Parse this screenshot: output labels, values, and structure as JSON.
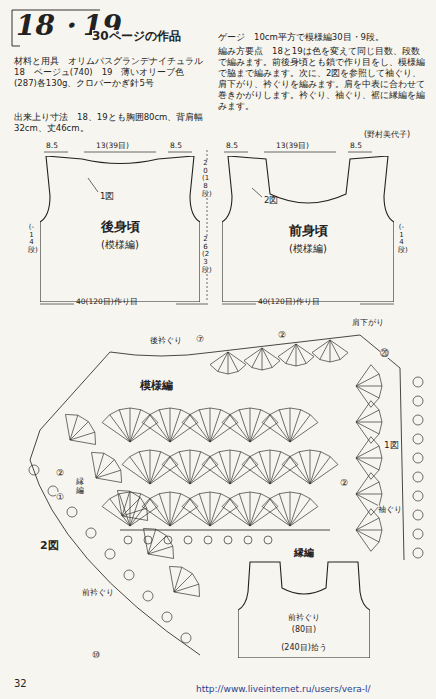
{
  "diagram": {
    "title": "18・19",
    "nodes": [
      {
        "text": [
          "後身頃",
          "(模様編)"
        ]
      },
      {
        "text": [
          "前身頃",
          "(模様編)"
        ]
      },
      {
        "text": [
          "縁編",
          "前衿ぐり",
          "(80目)",
          "(240目)拾う"
        ]
      }
    ],
    "labels": [
      "30ページの作品",
      "材料と用具　オリムパスグランデナイチュラル　18　ベージュ(740)　19　薄いオリーブ色(287)各130g、クロバーかぎ針5号",
      "出来上り寸法　18、19とも胸囲80cm、背肩幅32cm、丈46cm。",
      "ゲージ　10cm平方で模様編30目・9段。",
      "編み方要点　18と19は色を変えて同じ目数、段数で編みます。前後身頃とも鎖で作り目をし、模様編で脇まで編みます。次に、2図を参照して袖ぐり、肩下がり、衿ぐりを編みます。肩を中表に合わせて巻きかがりします。衿ぐり、袖ぐり、裾に縁編を編みます。",
      "(野村美代子)",
      "8.5",
      "13(39目)",
      "8.5",
      "8.5",
      "13(39目)",
      "8.5",
      "1図",
      "2図",
      "(-14段)",
      "20(18段)",
      "26(23段)",
      "(-14段)",
      "40(120目)作り目",
      "40(120目)作り目",
      "後衿ぐり",
      "⑦",
      "②",
      "肩下がり",
      "⑳",
      "模様編",
      "1図",
      "②",
      "袖ぐり",
      "縁編",
      "②",
      "①",
      "2図",
      "前衿ぐり",
      "⑩",
      "32",
      "http://www.liveinternet.ru/users/vera-l/"
    ]
  }
}
